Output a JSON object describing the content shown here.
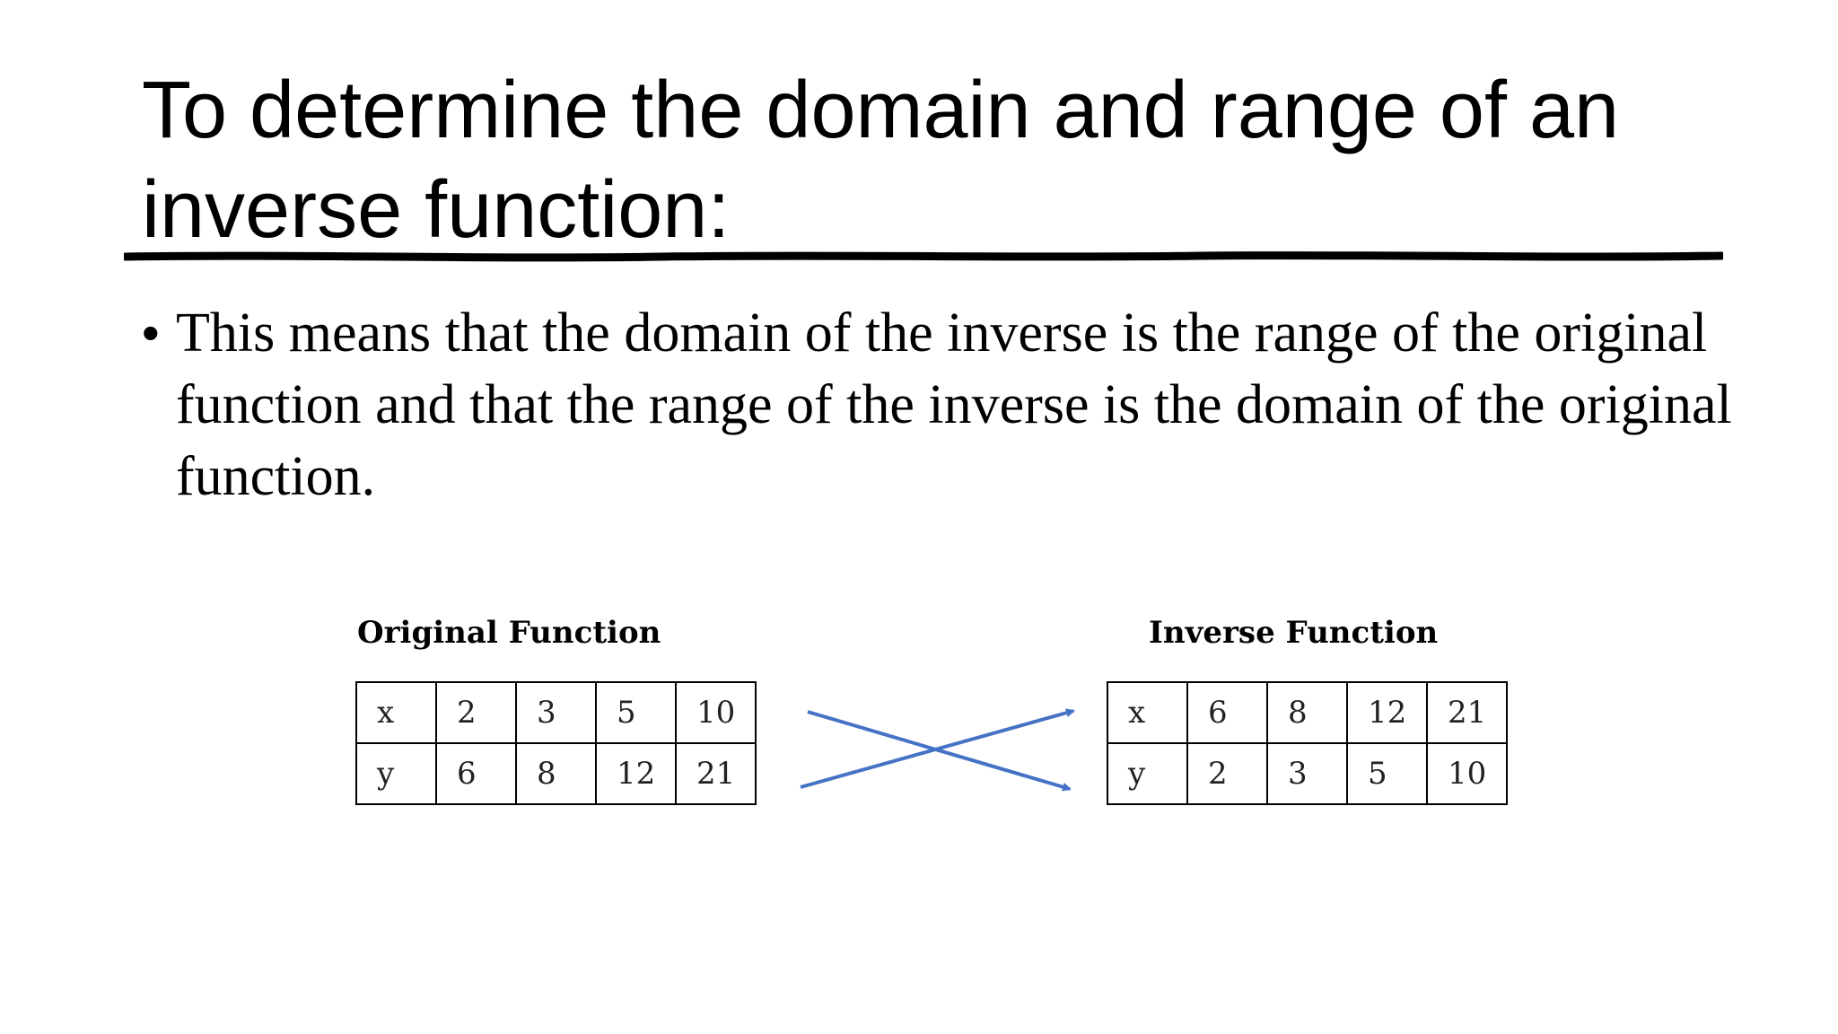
{
  "slide": {
    "title": "To determine the domain and range of an inverse function:",
    "bullets": [
      {
        "text": "This means that the domain of the inverse is the range of the original function and that the range of the inverse is the domain of the original function."
      }
    ]
  },
  "original_table": {
    "caption": "Original Function",
    "rows": [
      [
        "x",
        "2",
        "3",
        "5",
        "10"
      ],
      [
        "y",
        "6",
        "8",
        "12",
        "21"
      ]
    ]
  },
  "inverse_table": {
    "caption": "Inverse Function",
    "rows": [
      [
        "x",
        "6",
        "8",
        "12",
        "21"
      ],
      [
        "y",
        "2",
        "3",
        "5",
        "10"
      ]
    ]
  },
  "colors": {
    "arrow": "#4472c4",
    "rule": "#000000"
  }
}
